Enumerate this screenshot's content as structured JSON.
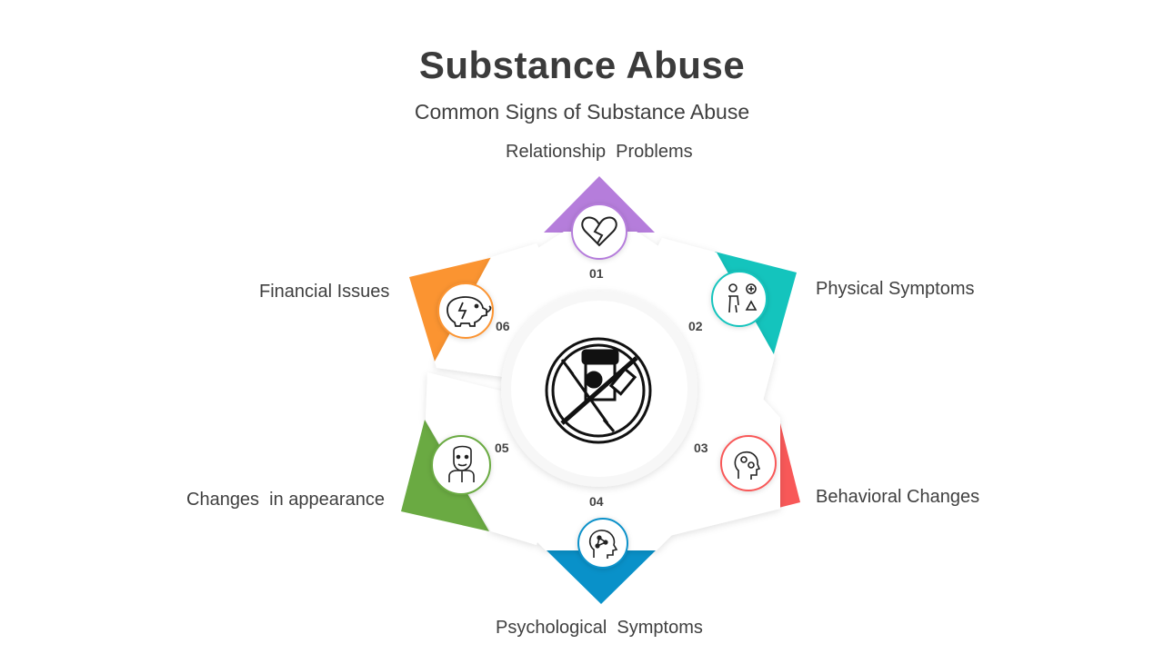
{
  "title": "Substance Abuse",
  "subtitle": "Common Signs of Substance Abuse",
  "center_icon": "no-drugs-icon",
  "items": [
    {
      "number": "01",
      "label": "Relationship  Problems",
      "color": "#b57ddb",
      "icon": "broken-heart-icon"
    },
    {
      "number": "02",
      "label": "Physical Symptoms",
      "color": "#14c4bd",
      "icon": "person-warning-icon"
    },
    {
      "number": "03",
      "label": "Behavioral Changes",
      "color": "#f85858",
      "icon": "head-gears-icon"
    },
    {
      "number": "04",
      "label": "Psychological  Symptoms",
      "color": "#0991c9",
      "icon": "brain-network-icon"
    },
    {
      "number": "05",
      "label": "Changes  in appearance",
      "color": "#6aaa42",
      "icon": "mask-person-icon"
    },
    {
      "number": "06",
      "label": "Financial Issues",
      "color": "#fb9431",
      "icon": "piggy-bank-icon"
    }
  ]
}
